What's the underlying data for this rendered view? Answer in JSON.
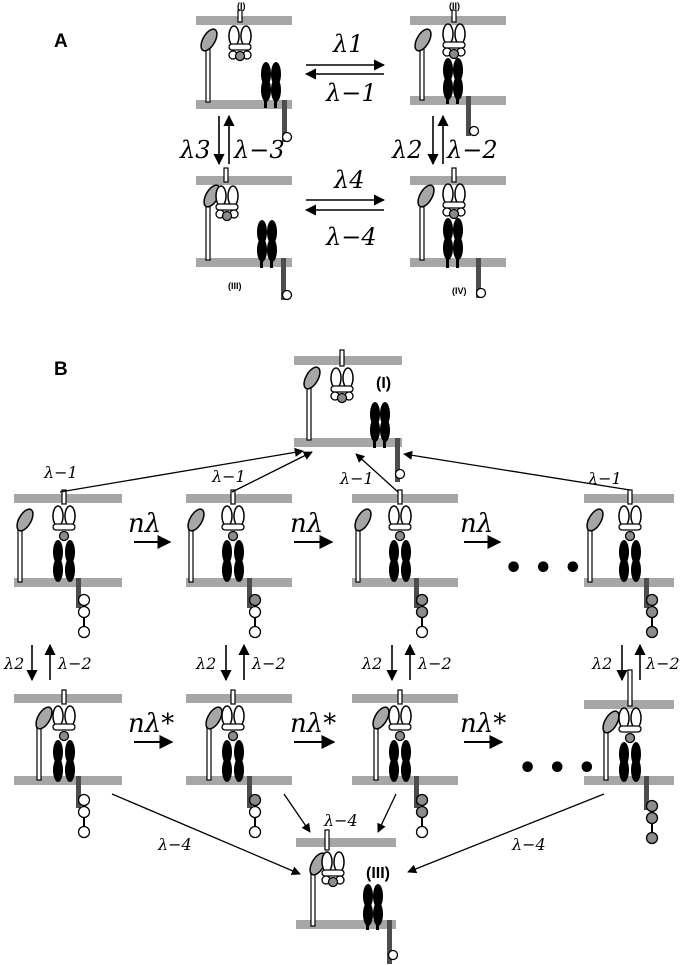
{
  "panels": {
    "a": "A",
    "b": "B"
  },
  "panel_a": {
    "states": {
      "s1": "(I)",
      "s2": "(II)",
      "s3": "(III)",
      "s4": "(IV)"
    },
    "rates": {
      "l1": "λ1",
      "lm1": "λ−1",
      "l2": "λ2",
      "lm2": "λ−2",
      "l3": "λ3",
      "lm3": "λ−3",
      "l4": "λ4",
      "lm4": "λ−4"
    }
  },
  "panel_b": {
    "states": {
      "top": "(I)",
      "bottom": "(III)"
    },
    "rates": {
      "lm1": "λ−1",
      "l2": "λ2",
      "lm2": "λ−2",
      "lm4": "λ−4",
      "nl": "nλ",
      "nls": "nλ*"
    },
    "ellipsis": "• • •"
  }
}
